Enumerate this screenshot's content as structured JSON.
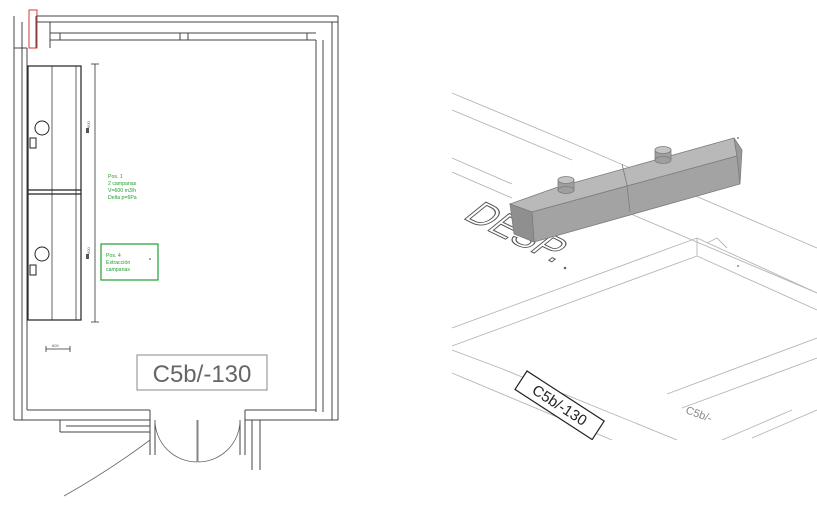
{
  "plan": {
    "room_label": "C5b/-130",
    "annotation_1": {
      "lines": [
        "Pos. 1",
        "2 campanas",
        "V=600 m3/h",
        "Delta p=6Pa"
      ]
    },
    "annotation_2": {
      "lines": [
        "Pos. 4",
        "Extracción",
        "campanas"
      ]
    },
    "dim_label": "600",
    "dim_hood_1": "600",
    "dim_hood_2": "600"
  },
  "iso": {
    "room_label": "C5b/-130",
    "floor_text": "DESP.",
    "edge_label": "C5b/-"
  },
  "colors": {
    "annotation": "#1fa02f",
    "wall_marker": "#d23a3a"
  }
}
